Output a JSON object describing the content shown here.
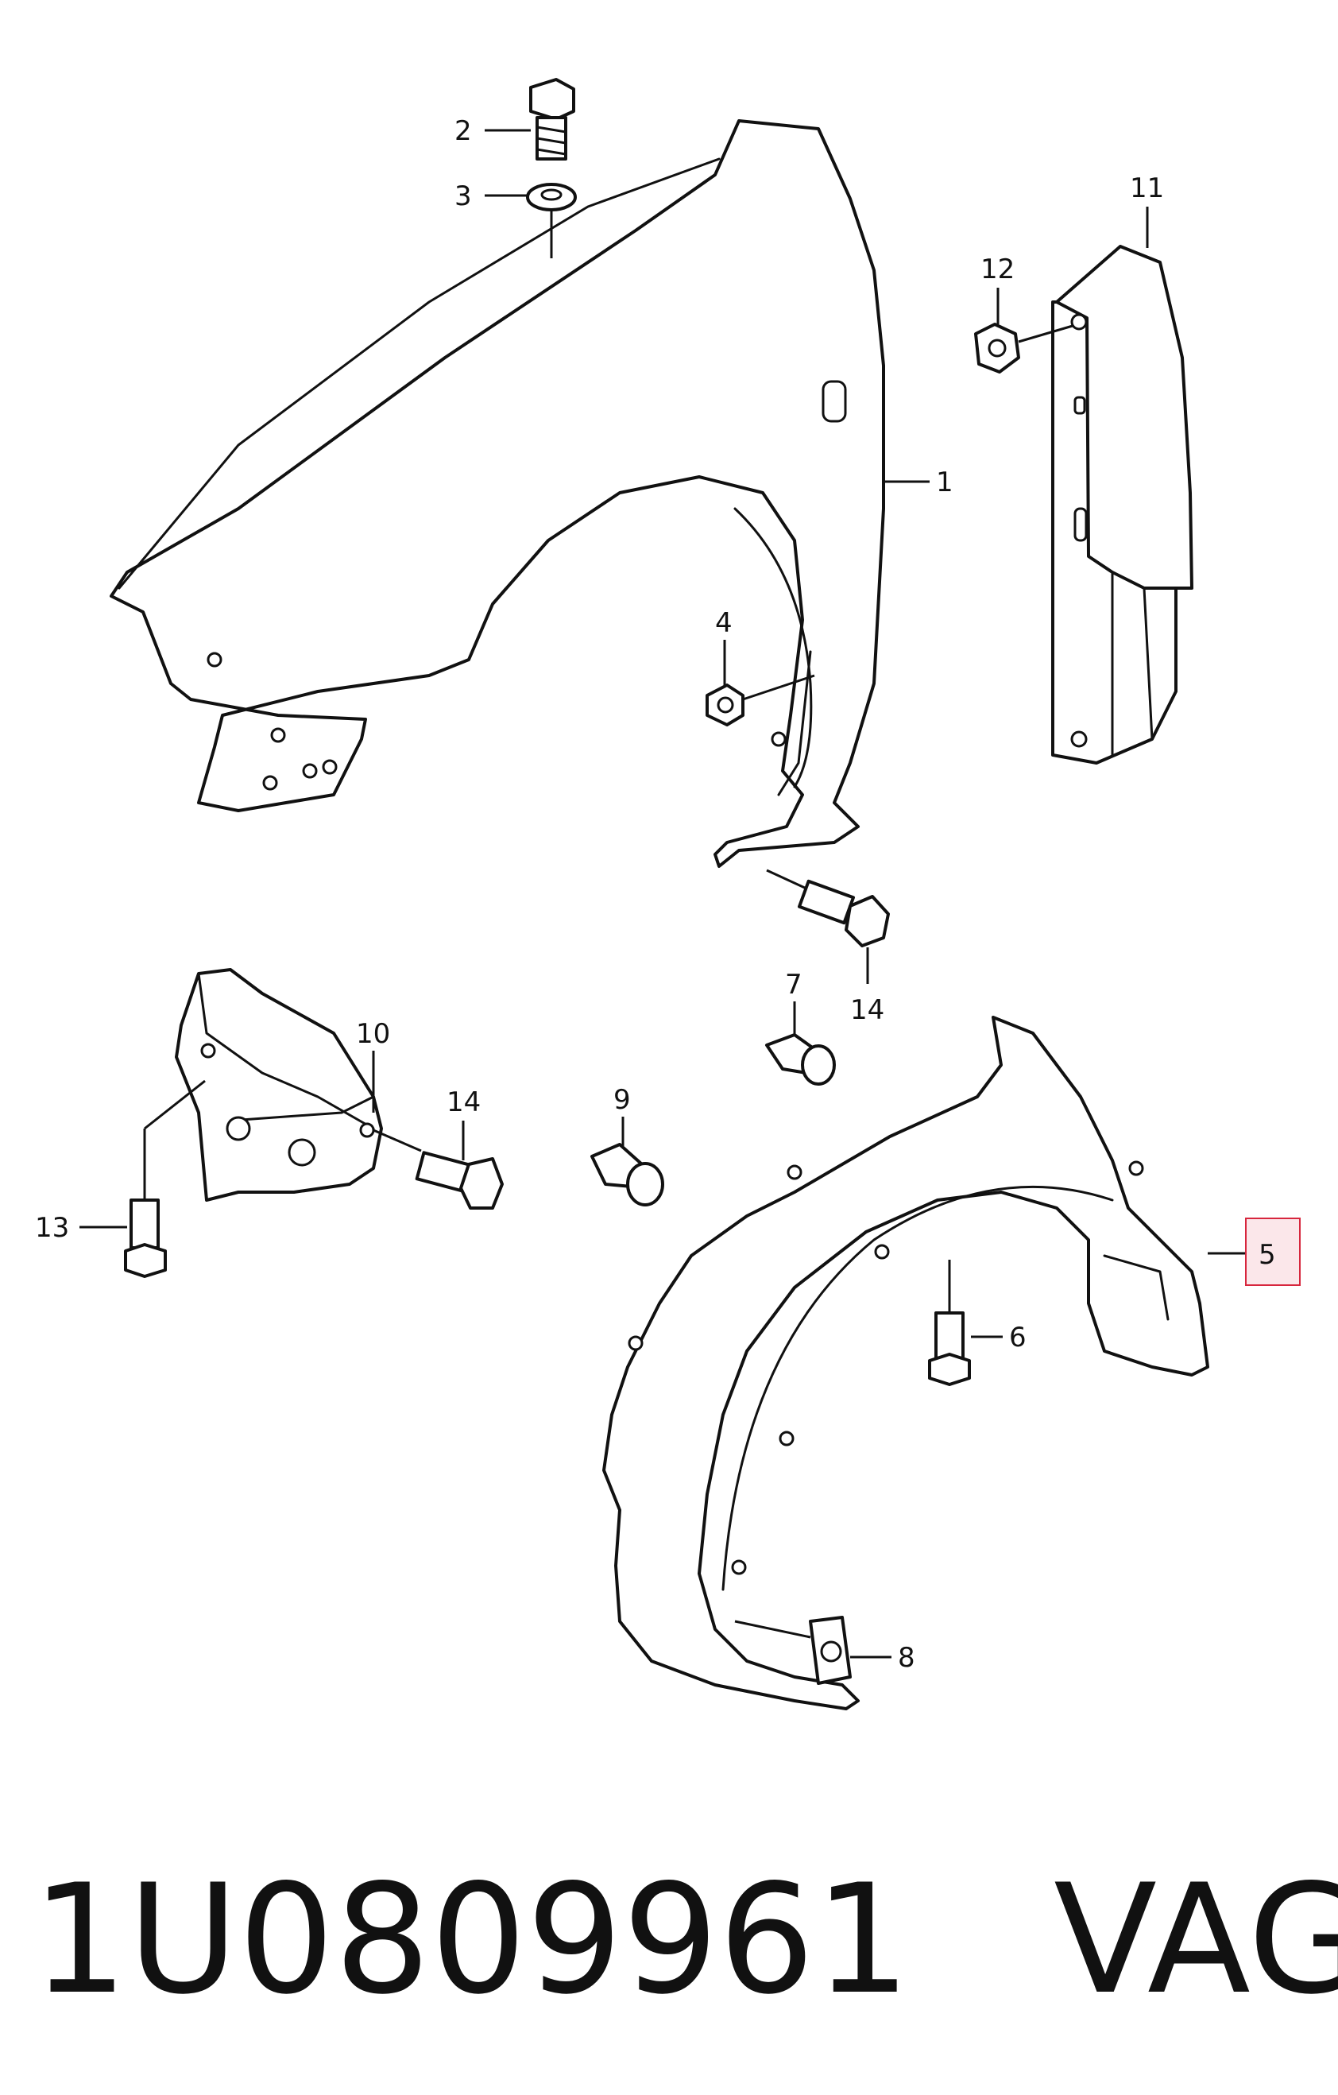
{
  "callouts": {
    "c1": "1",
    "c2": "2",
    "c3": "3",
    "c4": "4",
    "c5": "5",
    "c6": "6",
    "c7": "7",
    "c8": "8",
    "c9": "9",
    "c10": "10",
    "c11": "11",
    "c12": "12",
    "c13": "13",
    "c14a": "14",
    "c14b": "14"
  },
  "highlight": {
    "part": "5",
    "color": "#d7263d"
  },
  "footer": {
    "part_number": "1U0809961",
    "vendor": "VAG"
  }
}
